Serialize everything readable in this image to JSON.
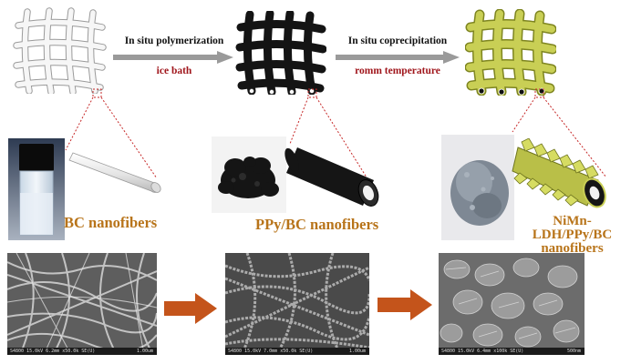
{
  "steps": [
    {
      "top": "In situ polymerization",
      "bottom": "ice bath"
    },
    {
      "top": "In situ coprecipitation",
      "bottom": "romm temperature"
    }
  ],
  "materials": [
    {
      "label": "BC nanofibers"
    },
    {
      "label": "PPy/BC nanofibers"
    },
    {
      "label_line1": "NiMn-LDH/PPy/BC",
      "label_line2": "nanofibers"
    }
  ],
  "sem": [
    {
      "info": "S4800 15.0kV 6.2mm x50.0k SE(U)",
      "scale": "1.00um"
    },
    {
      "info": "S4800 15.0kV 7.0mm x50.0k SE(U)",
      "scale": "1.00um"
    },
    {
      "info": "S4800 15.0kV 6.4mm x100k SE(U)",
      "scale": "500nm"
    }
  ],
  "colors": {
    "label": "#b8741a",
    "step_condition": "#a0161c",
    "gray_arrow": "#9a9a9a",
    "orange_arrow": "#c4541b",
    "ldh": "#c9cf55",
    "ppy": "#141414"
  }
}
